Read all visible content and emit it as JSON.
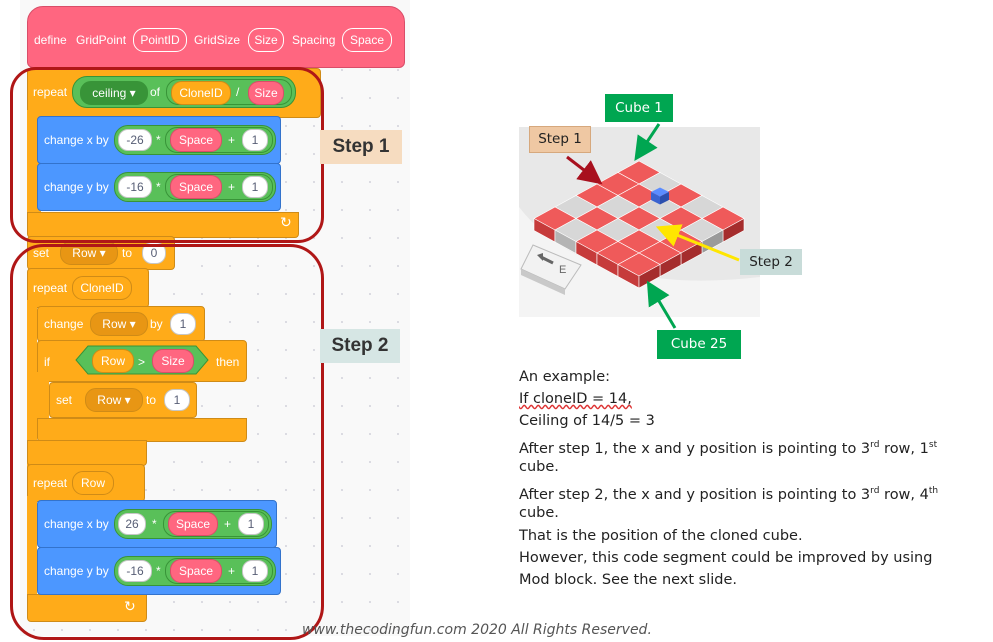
{
  "blocks": {
    "define": "define",
    "grid_point": "GridPoint",
    "point_id": "PointID",
    "grid_size": "GridSize",
    "size": "Size",
    "spacing": "Spacing",
    "space": "Space",
    "repeat": "repeat",
    "ceiling": "ceiling",
    "of": "of",
    "clone_id": "CloneID",
    "slash": "/",
    "change_x_by": "change x by",
    "change_y_by": "change y by",
    "neg26": "-26",
    "pos26": "26",
    "neg16": "-16",
    "times": "*",
    "plus": "+",
    "one": "1",
    "set": "set",
    "row": "Row",
    "to": "to",
    "zero": "0",
    "change": "change",
    "by": "by",
    "if": "if",
    "gt": ">",
    "then": "then",
    "loop_arrow": "↻",
    "dropdown": "▾"
  },
  "steps": {
    "step1": "Step 1",
    "step2": "Step 2"
  },
  "figure": {
    "cube1": "Cube 1",
    "step1": "Step 1",
    "step2": "Step 2",
    "cube25": "Cube 25",
    "key": "E"
  },
  "colors": {
    "event_pink": "#ff6680",
    "control_orange": "#ffab19",
    "motion_blue": "#4c97ff",
    "operator_green": "#59c059",
    "step_outline": "#b01717",
    "cube_red": "#ec5c5c",
    "cube_blue": "#3f6fe0",
    "cube1_green": "#00a651",
    "step1_tan": "#efc8a3",
    "step2_gray": "#c8dcd9"
  },
  "note": {
    "l1": "An example:",
    "l2": "If cloneID = 14,",
    "l3": "Ceiling of 14/5 = 3",
    "l4a": "After step 1, the x and y position is pointing to 3",
    "l4s1": "rd",
    "l4b": " row, 1",
    "l4s2": "st",
    "l5": "cube.",
    "l6a": "After step 2, the x and y position is pointing to 3",
    "l6s1": "rd",
    "l6b": " row, 4",
    "l6s2": "th",
    "l7": "cube.",
    "l8": "That is the position of the cloned cube.",
    "l9": "However, this code segment could be improved by using",
    "l10": "Mod block. See the next slide."
  },
  "footer": "www.thecodingfun.com 2020 All Rights Reserved."
}
